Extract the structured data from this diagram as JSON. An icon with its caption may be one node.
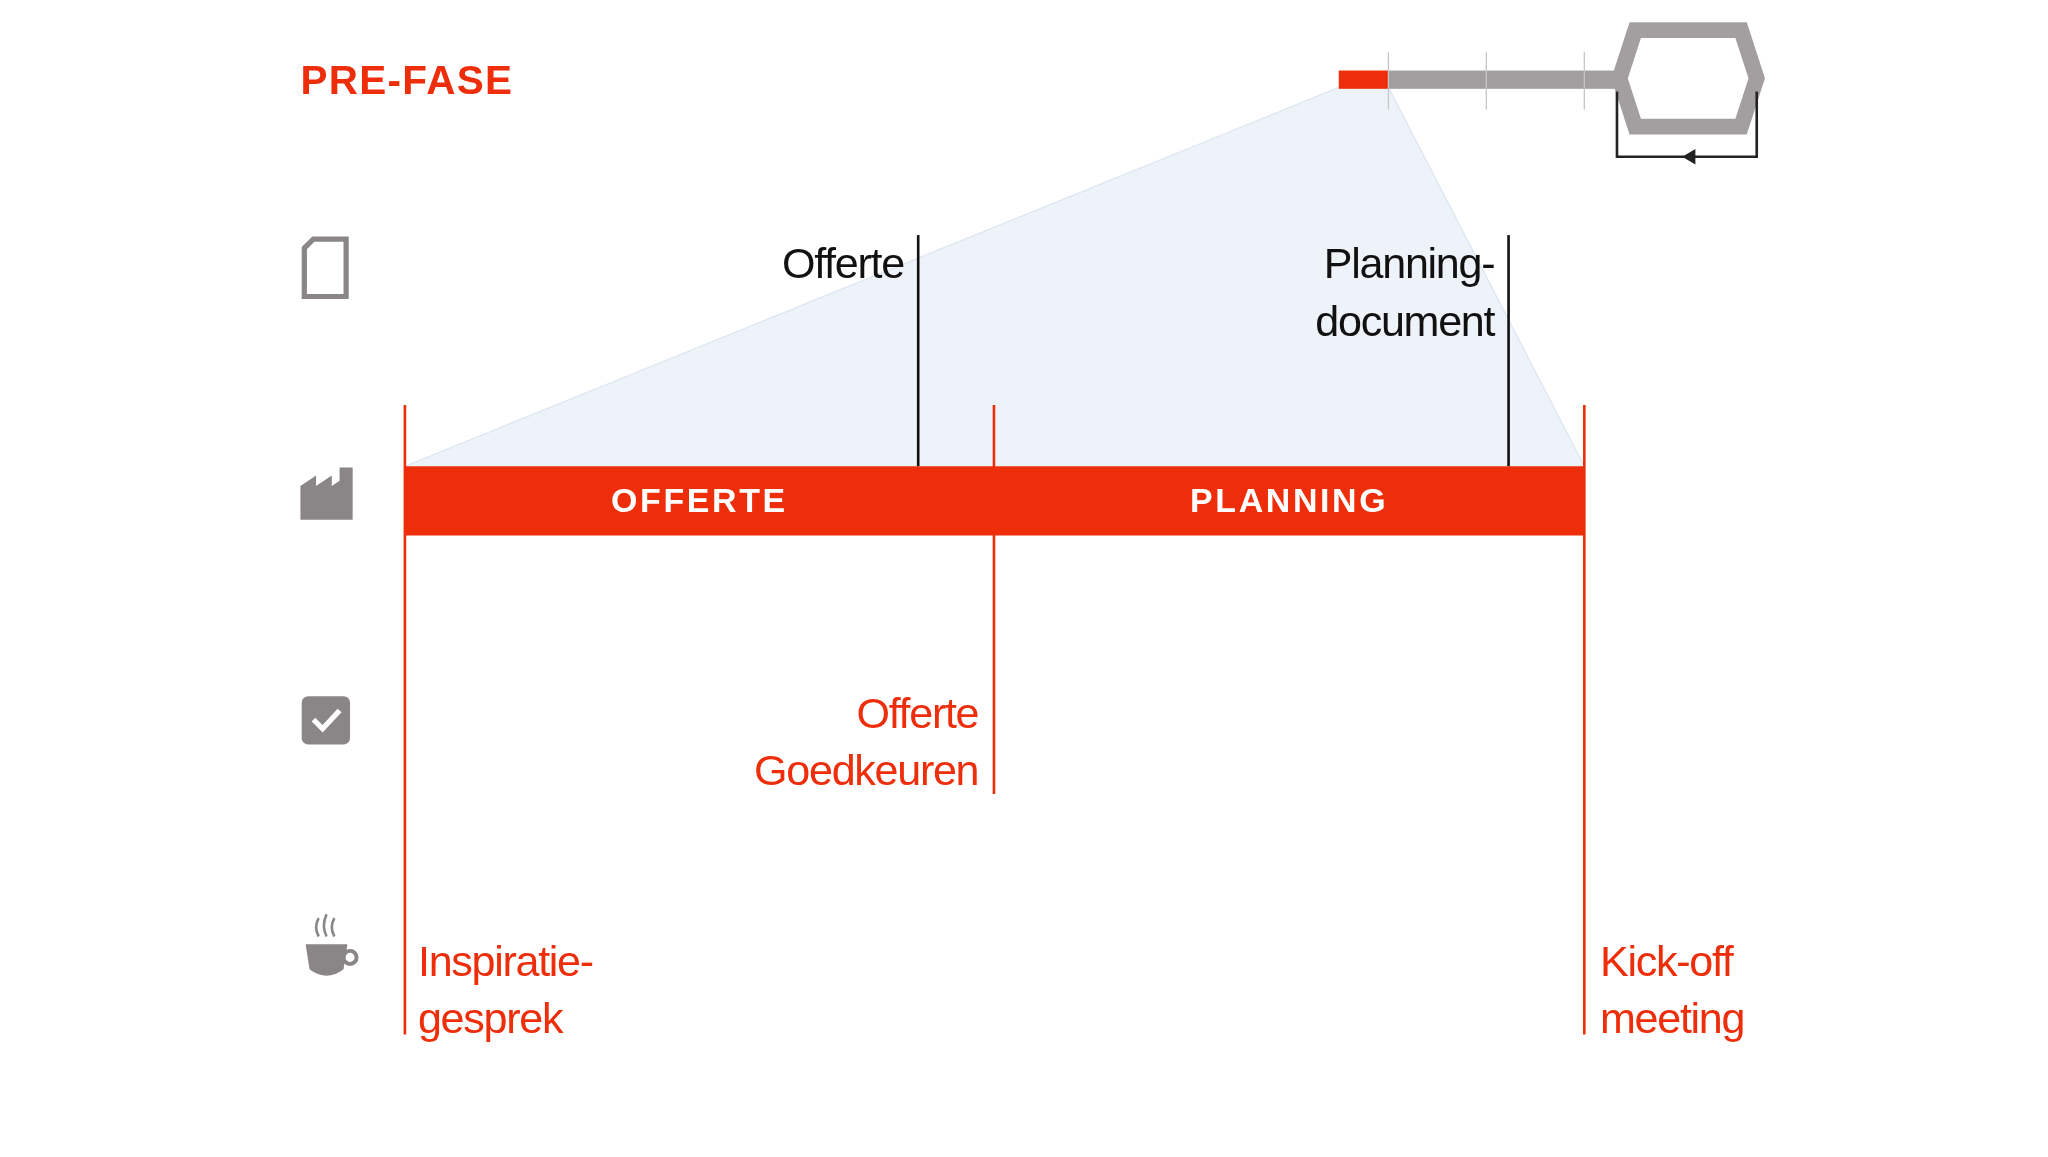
{
  "diagram": {
    "title": "PRE-FASE",
    "nodes": [
      {
        "text": [
          "OFFERTE"
        ]
      },
      {
        "text": [
          "PLANNING"
        ]
      }
    ],
    "edges": [],
    "labels": [
      "Offerte",
      "Planning- document",
      "Offerte Goedkeuren",
      "Inspiratie- gesprek",
      "Kick-off meeting"
    ]
  }
}
